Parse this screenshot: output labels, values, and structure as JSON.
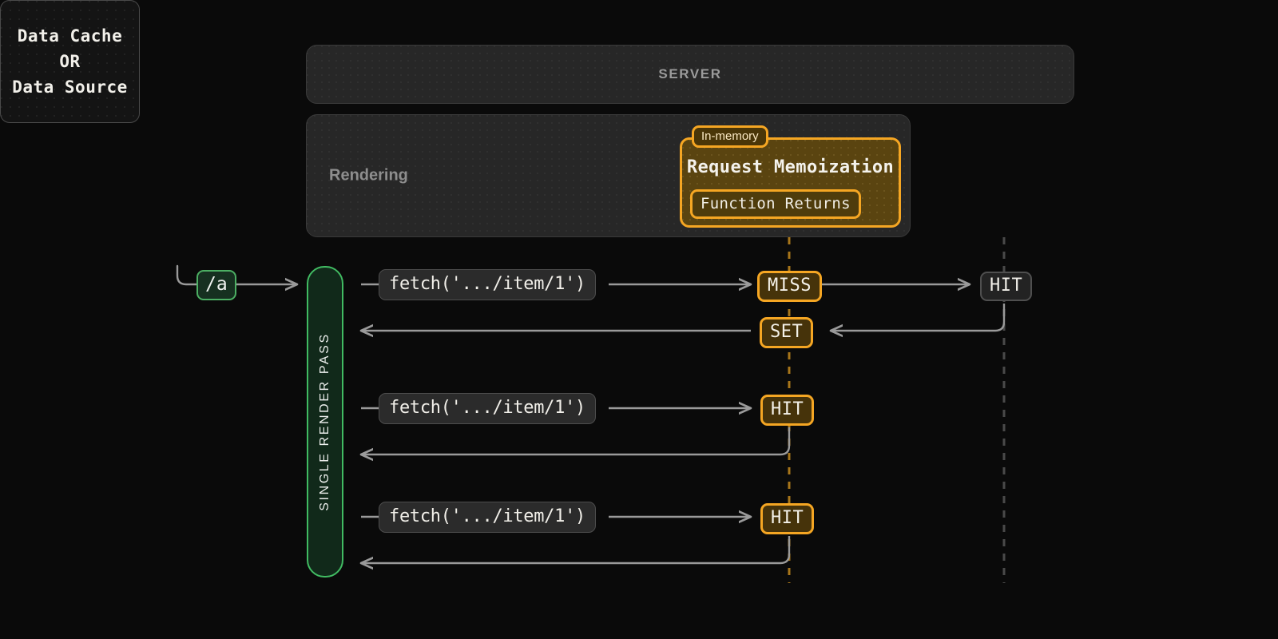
{
  "server": {
    "label": "SERVER"
  },
  "rendering": {
    "label": "Rendering"
  },
  "data_store": {
    "line1": "Data Cache",
    "line2": "OR",
    "line3": "Data Source"
  },
  "memoization": {
    "tag": "In-memory",
    "title": "Request Memoization",
    "inner_label": "Function Returns"
  },
  "entry": {
    "route": "/a"
  },
  "render_pass": {
    "label": "SINGLE RENDER PASS"
  },
  "rows": [
    {
      "fetch": "fetch('.../item/1')",
      "memo_status": "MISS",
      "store_status": "HIT",
      "return_status": "SET"
    },
    {
      "fetch": "fetch('.../item/1')",
      "memo_status": "HIT"
    },
    {
      "fetch": "fetch('.../item/1')",
      "memo_status": "HIT"
    }
  ],
  "colors": {
    "background": "#0a0a0a",
    "panel": "#272727",
    "amber": "#f5a623",
    "amber_fill": "#46330a",
    "green": "#41bb62",
    "green_fill": "#11291a",
    "wire": "#9a9a9a",
    "dashed_amber": "#a8761a",
    "dashed_grey": "#4a4a4a",
    "text_primary": "#f1efe9",
    "text_muted": "#8e8e8e"
  }
}
